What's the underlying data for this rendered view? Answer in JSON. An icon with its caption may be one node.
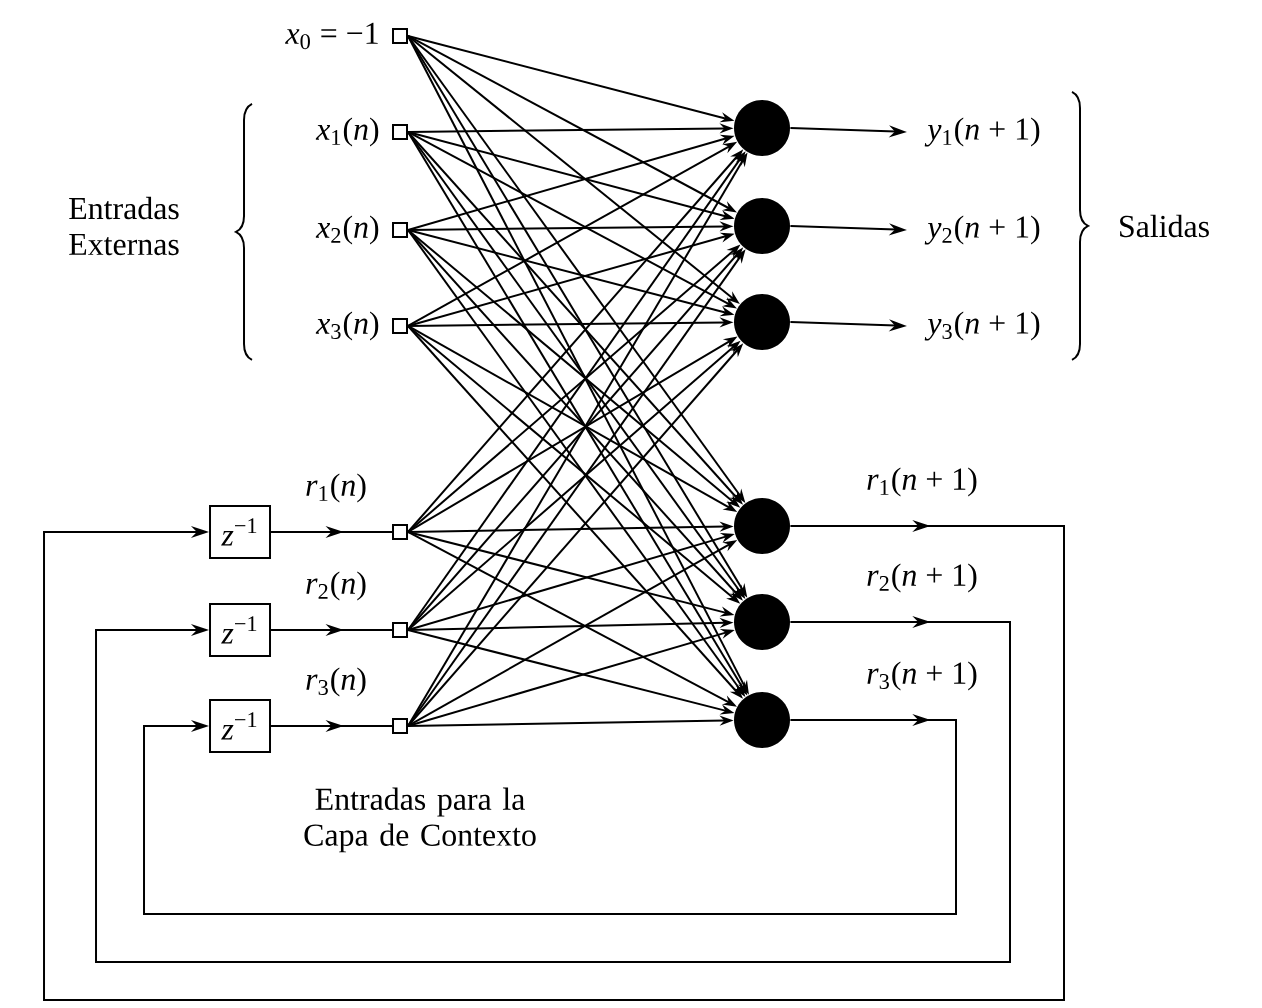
{
  "diagram": {
    "nodes": [
      {
        "text": [],
        "shape": "box",
        "beside": [
          "*x*$_{0}$ = −1"
        ]
      },
      {
        "text": [],
        "shape": "box",
        "beside": [
          "*x*$_{1}$(*n*)"
        ]
      },
      {
        "text": [],
        "shape": "box",
        "beside": [
          "*x*$_{2}$(*n*)"
        ]
      },
      {
        "text": [],
        "shape": "box",
        "beside": [
          "*x*$_{3}$(*n*)"
        ]
      },
      {
        "text": [],
        "shape": "box"
      },
      {
        "text": [],
        "shape": "box"
      },
      {
        "text": [],
        "shape": "box"
      },
      {
        "text": [],
        "shape": "circle"
      },
      {
        "text": [],
        "shape": "circle"
      },
      {
        "text": [],
        "shape": "circle"
      },
      {
        "text": [],
        "shape": "circle"
      },
      {
        "text": [],
        "shape": "circle"
      },
      {
        "text": [],
        "shape": "circle"
      },
      {
        "text": [
          "*y*$_{1}$(*n* + 1)"
        ]
      },
      {
        "text": [
          "*y*$_{2}$(*n* + 1)"
        ]
      },
      {
        "text": [
          "*y*$_{3}$(*n* + 1)"
        ]
      },
      {
        "text": [
          "*z*$^{−1}$"
        ]
      },
      {
        "text": [
          "*z*$^{−1}$"
        ]
      },
      {
        "text": [
          "*z*$^{−1}$"
        ]
      }
    ],
    "edges": [
      {
        "from": 0,
        "to": 7,
        "arrow": "to"
      },
      {
        "from": 0,
        "to": 8,
        "arrow": "to"
      },
      {
        "from": 0,
        "to": 9,
        "arrow": "to"
      },
      {
        "from": 0,
        "to": 10,
        "arrow": "to"
      },
      {
        "from": 0,
        "to": 11,
        "arrow": "to"
      },
      {
        "from": 0,
        "to": 12,
        "arrow": "to"
      },
      {
        "from": 1,
        "to": 7,
        "arrow": "to"
      },
      {
        "from": 1,
        "to": 8,
        "arrow": "to"
      },
      {
        "from": 1,
        "to": 9,
        "arrow": "to"
      },
      {
        "from": 1,
        "to": 10,
        "arrow": "to"
      },
      {
        "from": 1,
        "to": 11,
        "arrow": "to"
      },
      {
        "from": 1,
        "to": 12,
        "arrow": "to"
      },
      {
        "from": 2,
        "to": 7,
        "arrow": "to"
      },
      {
        "from": 2,
        "to": 8,
        "arrow": "to"
      },
      {
        "from": 2,
        "to": 9,
        "arrow": "to"
      },
      {
        "from": 2,
        "to": 10,
        "arrow": "to"
      },
      {
        "from": 2,
        "to": 11,
        "arrow": "to"
      },
      {
        "from": 2,
        "to": 12,
        "arrow": "to"
      },
      {
        "from": 3,
        "to": 7,
        "arrow": "to"
      },
      {
        "from": 3,
        "to": 8,
        "arrow": "to"
      },
      {
        "from": 3,
        "to": 9,
        "arrow": "to"
      },
      {
        "from": 3,
        "to": 10,
        "arrow": "to"
      },
      {
        "from": 3,
        "to": 11,
        "arrow": "to"
      },
      {
        "from": 3,
        "to": 12,
        "arrow": "to"
      },
      {
        "from": 4,
        "to": 7,
        "arrow": "to"
      },
      {
        "from": 4,
        "to": 8,
        "arrow": "to"
      },
      {
        "from": 4,
        "to": 9,
        "arrow": "to"
      },
      {
        "from": 4,
        "to": 10,
        "arrow": "to"
      },
      {
        "from": 4,
        "to": 11,
        "arrow": "to"
      },
      {
        "from": 4,
        "to": 12,
        "arrow": "to"
      },
      {
        "from": 5,
        "to": 7,
        "arrow": "to"
      },
      {
        "from": 5,
        "to": 8,
        "arrow": "to"
      },
      {
        "from": 5,
        "to": 9,
        "arrow": "to"
      },
      {
        "from": 5,
        "to": 10,
        "arrow": "to"
      },
      {
        "from": 5,
        "to": 11,
        "arrow": "to"
      },
      {
        "from": 5,
        "to": 12,
        "arrow": "to"
      },
      {
        "from": 6,
        "to": 7,
        "arrow": "to"
      },
      {
        "from": 6,
        "to": 8,
        "arrow": "to"
      },
      {
        "from": 6,
        "to": 9,
        "arrow": "to"
      },
      {
        "from": 6,
        "to": 10,
        "arrow": "to"
      },
      {
        "from": 6,
        "to": 11,
        "arrow": "to"
      },
      {
        "from": 6,
        "to": 12,
        "arrow": "to"
      },
      {
        "from": 7,
        "to": 13,
        "arrow": "to"
      },
      {
        "from": 8,
        "to": 14,
        "arrow": "to"
      },
      {
        "from": 9,
        "to": 15,
        "arrow": "to"
      },
      {
        "from": 10,
        "to": 16,
        "arrow": "to",
        "label": "*r*$_{1}$(*n* + 1)"
      },
      {
        "from": 11,
        "to": 17,
        "arrow": "to",
        "label": "*r*$_{2}$(*n* + 1)"
      },
      {
        "from": 12,
        "to": 18,
        "arrow": "to",
        "label": "*r*$_{3}$(*n* + 1)"
      },
      {
        "from": 16,
        "to": 4,
        "arrow": "to",
        "label": "*r*$_{1}$(*n*)"
      },
      {
        "from": 17,
        "to": 5,
        "arrow": "to",
        "label": "*r*$_{2}$(*n*)"
      },
      {
        "from": 18,
        "to": 6,
        "arrow": "to",
        "label": "*r*$_{3}$(*n*)"
      }
    ],
    "labels": [
      "Entradas Externas",
      "Salidas",
      "Entradas para la Capa de Contexto"
    ]
  }
}
